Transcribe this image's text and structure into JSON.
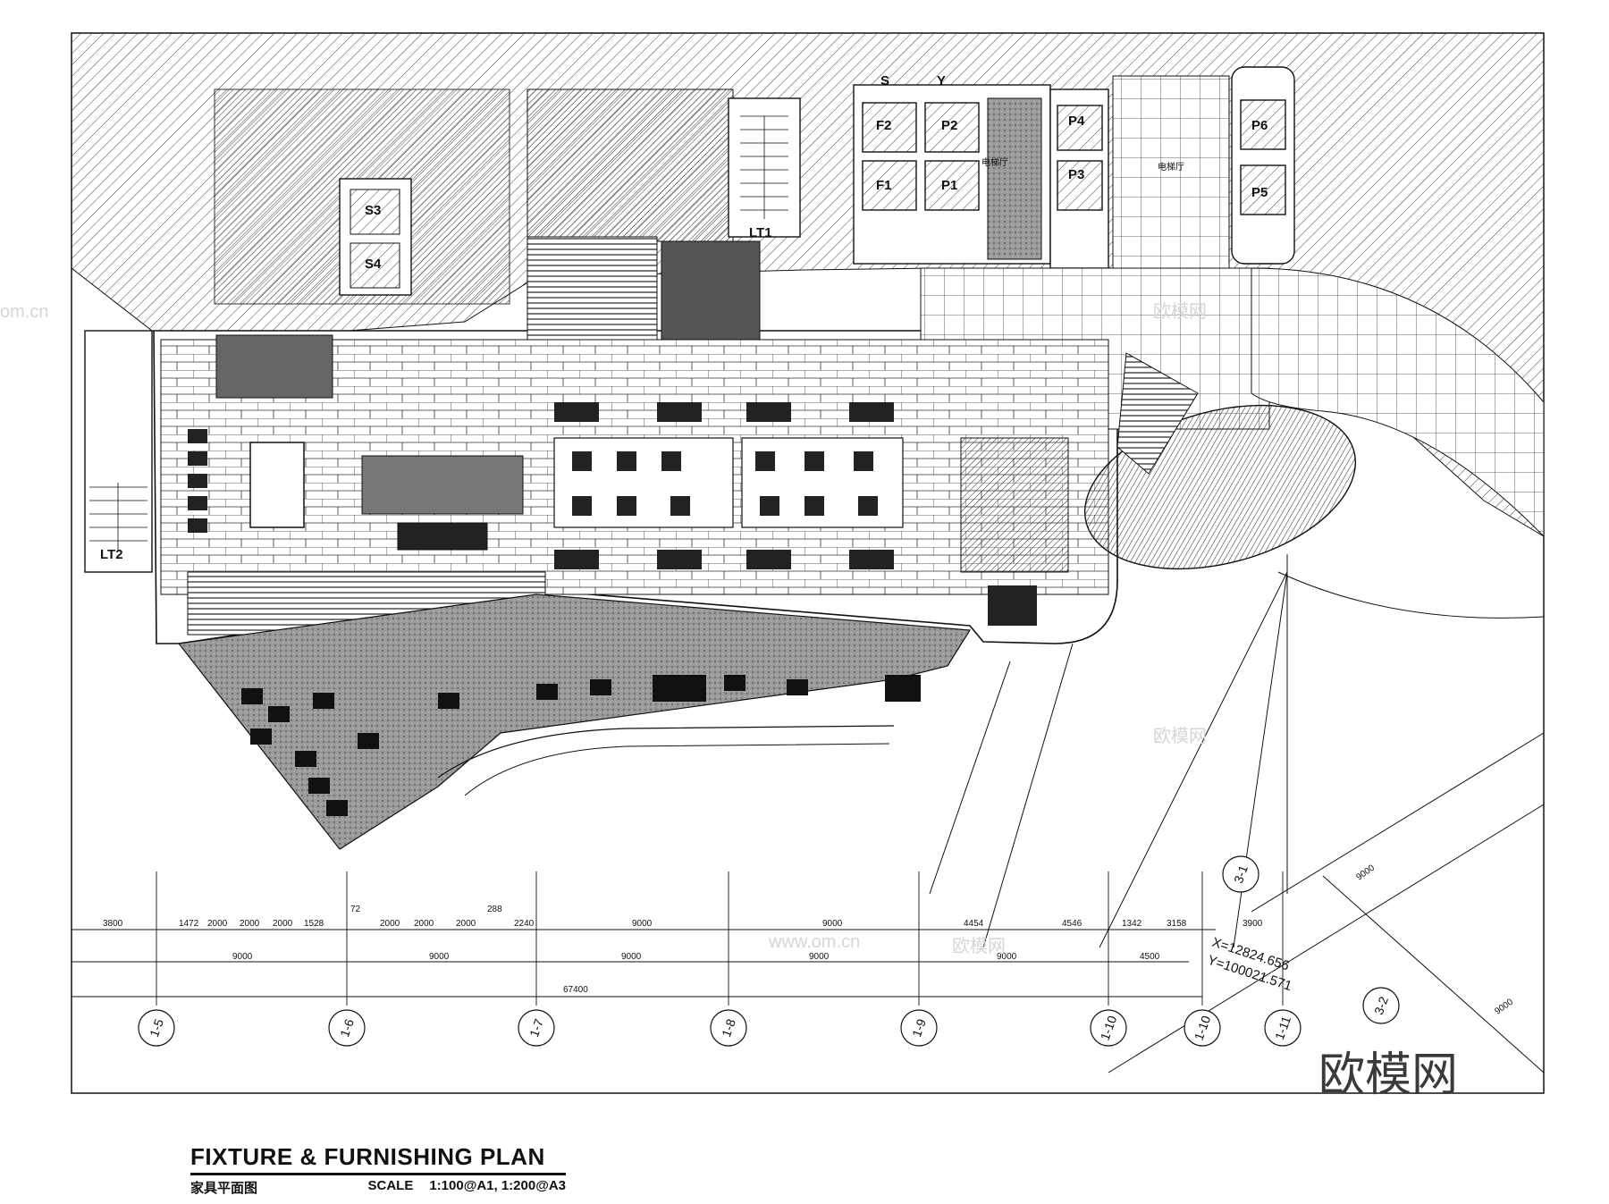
{
  "drawing": {
    "title": "FIXTURE & FURNISHING PLAN",
    "subtitle_cn": "家具平面图",
    "scale_label": "SCALE",
    "scale_value": "1:100@A1, 1:200@A3"
  },
  "rooms": {
    "lt1": "LT1",
    "lt2": "LT2",
    "s": "S",
    "y": "Y",
    "f2": "F2",
    "p2": "P2",
    "p4": "P4",
    "f1": "F1",
    "p1": "P1",
    "p3": "P3",
    "p6": "P6",
    "p5": "P5",
    "s3": "S3",
    "s4": "S4",
    "dianti": "电梯厅"
  },
  "dimensions": {
    "row1": [
      "3800",
      "1472",
      "2000",
      "2000",
      "2000",
      "1528",
      "72",
      "2000",
      "2000",
      "2000",
      "288",
      "2240",
      "9000",
      "9000",
      "4454",
      "4546",
      "1342",
      "3158",
      "3900"
    ],
    "row2": [
      "9000",
      "9000",
      "9000",
      "9000",
      "9000",
      "4500"
    ],
    "total": "67400",
    "diag": [
      "9000",
      "9000"
    ]
  },
  "coordinates": {
    "x": "X=12824.656",
    "y": "Y=100021.571"
  },
  "axes": [
    "1-5",
    "1-6",
    "1-7",
    "1-8",
    "1-9",
    "1-10",
    "1-10",
    "1-11",
    "3-1",
    "3-2"
  ],
  "watermark": {
    "text_cn": "欧模网",
    "text_url": "www.om.cn",
    "text_short": "om.cn"
  },
  "colors": {
    "line": "#111111",
    "hatch": "#555555",
    "paving": "#8a8a8a",
    "watermark": "#d6d6d6"
  }
}
